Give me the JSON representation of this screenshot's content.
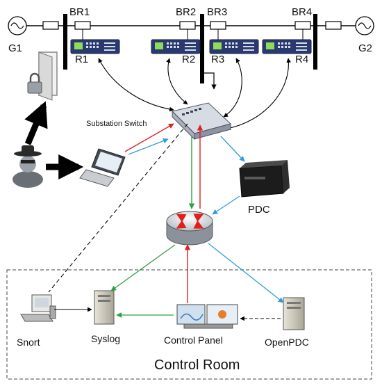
{
  "generators": {
    "g1": "G1",
    "g2": "G2"
  },
  "breakers": [
    "BR1",
    "BR2",
    "BR3",
    "BR4"
  ],
  "relays": [
    "R1",
    "R2",
    "R3",
    "R4"
  ],
  "devices": {
    "switch": "Substation Switch",
    "pdc": "PDC"
  },
  "control_room": {
    "title": "Control Room",
    "snort": "Snort",
    "syslog": "Syslog",
    "control_panel": "Control Panel",
    "openpdc": "OpenPDC"
  },
  "colors": {
    "red": "#e02020",
    "green": "#2ea043",
    "blue": "#2f9ed8",
    "black": "#000000"
  }
}
